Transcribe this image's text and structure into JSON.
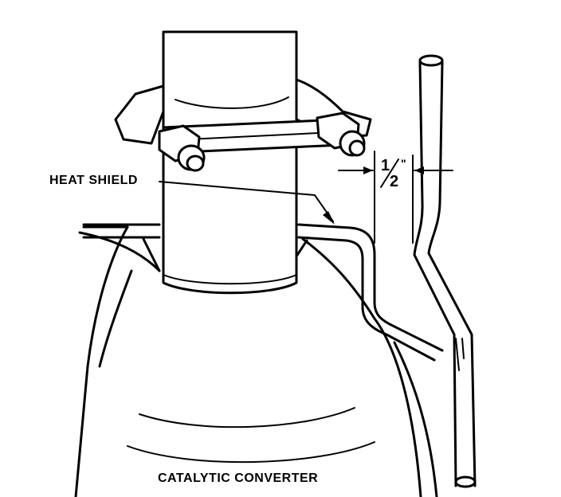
{
  "labels": {
    "heat_shield": "HEAT SHIELD",
    "catalytic_converter": "CATALYTIC CONVERTER",
    "clearance_whole": "1",
    "clearance_denominator": "2",
    "clearance_unit_mark": "\""
  },
  "colors": {
    "line": "#000000",
    "background": "#ffffff"
  }
}
